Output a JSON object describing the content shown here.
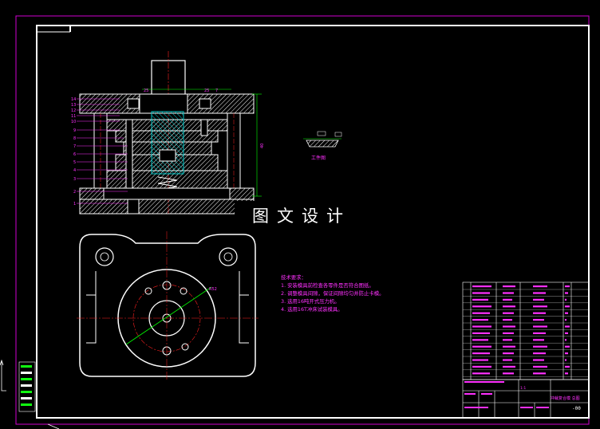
{
  "drawing": {
    "watermark_text": "图文设计",
    "view_label": "工件图",
    "notes_title": "技术要求：",
    "notes": [
      "1. 安装模具前检查各零件是否符合图纸。",
      "2. 调整模具间隙，保证间隙均匀并防止卡模。",
      "3. 选用16吨开式压力机。",
      "4. 选用16T冲床试装模具。"
    ],
    "title_block": {
      "drawing_title": "冲裁复合模 总图",
      "scale_text": "1:1",
      "drawing_number": "-00"
    },
    "part_number_labels": [
      "14",
      "13",
      "12",
      "11",
      "10",
      "9",
      "8",
      "7",
      "6",
      "5",
      "4",
      "3",
      "2",
      "1"
    ],
    "dimension_labels": [
      "40",
      "25",
      "25",
      "7",
      "R52"
    ]
  },
  "colors": {
    "background": "#000000",
    "frame": "#ffffff",
    "outer_border": "#d000d0",
    "annotation": "#ff30ff",
    "centerline": "#ff2020",
    "dimension": "#00ff00",
    "hatch": "#ffffff",
    "accent_cyan": "#00c8c8",
    "title_block_green": "#10ff10"
  }
}
